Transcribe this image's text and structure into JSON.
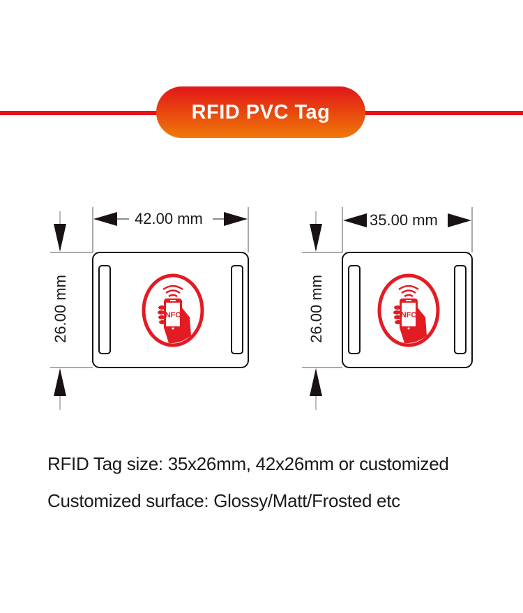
{
  "header": {
    "title": "RFID PVC Tag",
    "accent_color": "#e8101a",
    "pill_gradient": [
      "#e2161a",
      "#f07a0a"
    ]
  },
  "diagrams": [
    {
      "name": "tag-42x26",
      "width_label": "42.00 mm",
      "height_label": "26.00 mm",
      "logo_text": "NFC",
      "logo_color": "#e31b23"
    },
    {
      "name": "tag-35x26",
      "width_label": "35.00 mm",
      "height_label": "26.00 mm",
      "logo_text": "NFC",
      "logo_color": "#e31b23"
    }
  ],
  "description": {
    "lines": [
      "RFID Tag size: 35x26mm, 42x26mm or customized",
      "Customized surface: Glossy/Matt/Frosted etc"
    ]
  }
}
